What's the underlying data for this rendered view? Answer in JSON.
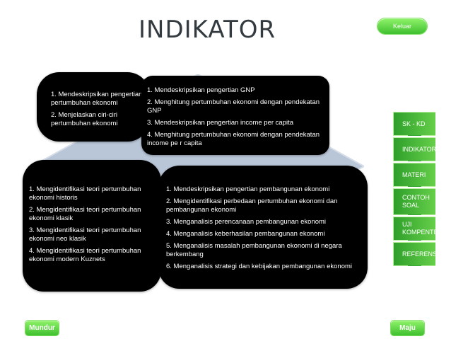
{
  "title": "INDIKATOR",
  "buttons": {
    "keluar": "Keluar",
    "mundur": "Mundur",
    "maju": "Maju"
  },
  "colors": {
    "accent_green": "#4fcf3a",
    "menu_green": "#3aa838",
    "box_bg": "#000000",
    "diamond_fill": "#b9c6d8"
  },
  "boxes": {
    "box1": [
      "1. Mendeskripsikan pengertian pertumbuhan ekonomi",
      "2. Menjelaskan ciri-ciri pertumbuhan ekonomi"
    ],
    "box2": [
      "1. Mendeskripsikan pengertian GNP",
      "2. Menghitung pertumbuhan ekonomi dengan pendekatan GNP",
      "3. Mendeskripsikan pengertian income per capita",
      "4. Menghitung pertumbuhan ekonomi dengan pendekatan income pe r capita"
    ],
    "box3": [
      "1. Mengidentifikasi teori pertumbuhan ekonomi historis",
      "2. Mengidentifikasi teori pertumbuhan ekonomi klasik",
      "3. Mengidentifikasi teori pertumbuhan ekonomi neo klasik",
      "4. Mengidentifikasi teori pertumbuhan ekonomi modern Kuznets"
    ],
    "box4": [
      "1. Mendeskripsikan pengertian pembangunan ekonomi",
      "2. Mengidentifikasi perbedaan pertumbuhan ekonomi dan pembangunan ekonomi",
      "3. Menganalisis perencanaan pembangunan ekonomi",
      "4. Menganalisis keberhasilan pembangunan ekonomi",
      "5. Menganalisis masalah pembangunan ekonomi di negara berkembang",
      "6. Menganalisis strategi dan kebijakan pembangunan ekonomi"
    ]
  },
  "menu": [
    "SK - KD",
    "INDIKATOR",
    "MATERI",
    "CONTOH SOAL",
    "UJI KOMPENTESI",
    "REFERENSI"
  ]
}
